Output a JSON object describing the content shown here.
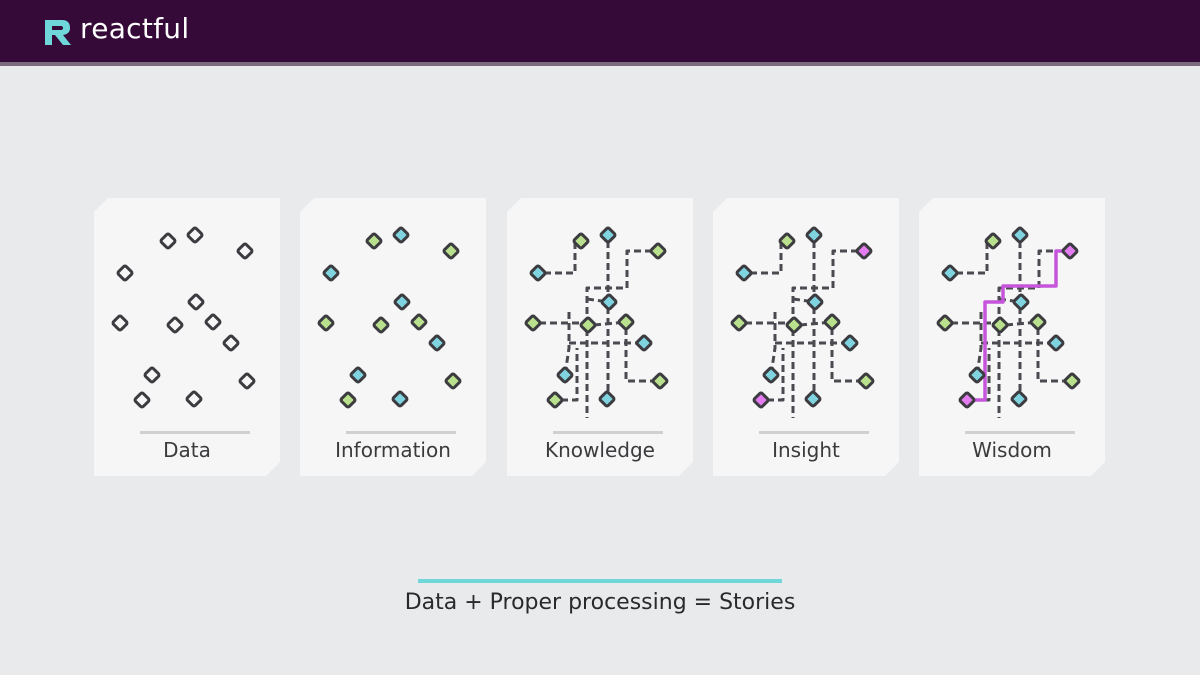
{
  "header": {
    "brand": "reactful",
    "colors": {
      "bar": "#350a39",
      "logo": "#6fd6d9"
    },
    "logo_icon": "reactful-r-logo-icon"
  },
  "cards": [
    {
      "label": "Data"
    },
    {
      "label": "Information"
    },
    {
      "label": "Knowledge"
    },
    {
      "label": "Insight"
    },
    {
      "label": "Wisdom"
    }
  ],
  "footer": {
    "tagline": "Data + Proper processing = Stories"
  },
  "colors": {
    "node_outline": "#3c3c40",
    "node_green": "#b9e08d",
    "node_blue": "#7fd4e0",
    "node_pink": "#e37cf0",
    "connector": "#4a4a50",
    "path_highlight": "#c655dc",
    "accent_rule": "#6fd6d9"
  }
}
